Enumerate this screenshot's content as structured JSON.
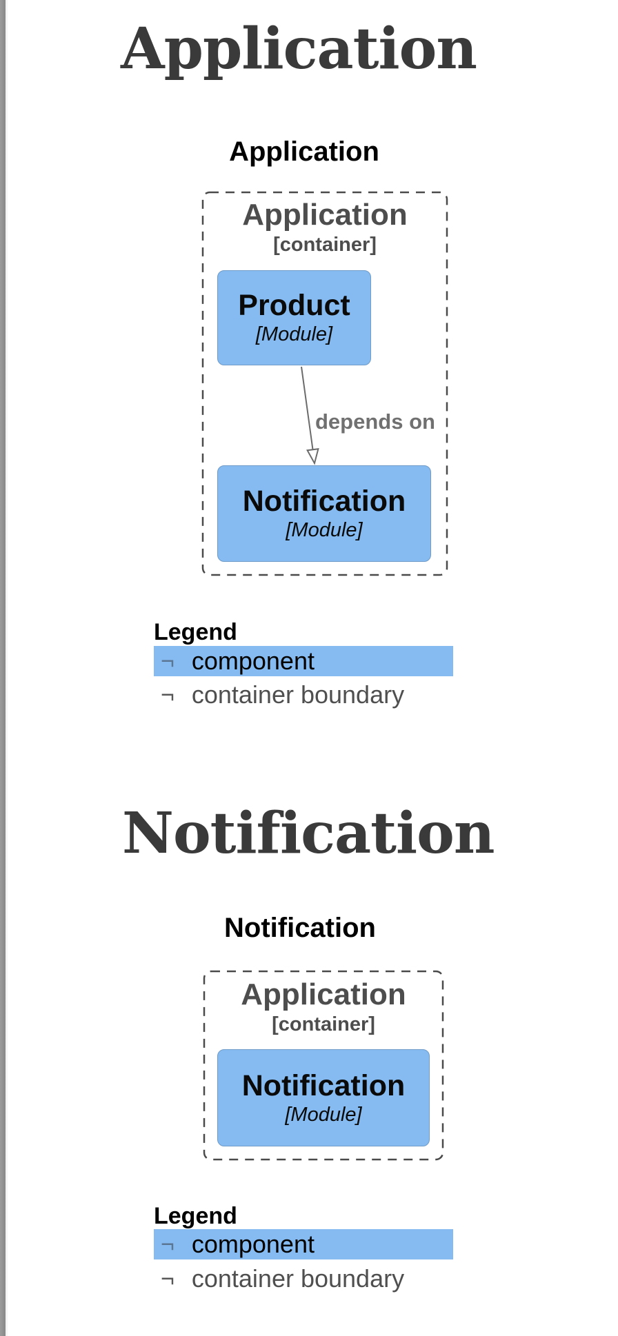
{
  "colors": {
    "component_fill": "#85bbf0",
    "component_border": "#6f9bc8",
    "boundary_stroke": "#4a4a4a",
    "edge_stroke": "#6b6b6b",
    "heading_text": "#3a3a3a"
  },
  "sections": [
    {
      "heading": "Application",
      "diagram": {
        "title": "Application",
        "boundary": {
          "name": "Application",
          "type": "[container]"
        },
        "nodes": [
          {
            "name": "Product",
            "type": "[Module]"
          },
          {
            "name": "Notification",
            "type": "[Module]"
          }
        ],
        "edge": {
          "label": "depends on",
          "from": "Product",
          "to": "Notification"
        }
      },
      "legend": {
        "title": "Legend",
        "items": [
          {
            "symbol": "¬",
            "label": "component",
            "highlighted": true
          },
          {
            "symbol": "¬",
            "label": "container boundary",
            "highlighted": false
          }
        ]
      }
    },
    {
      "heading": "Notification",
      "diagram": {
        "title": "Notification",
        "boundary": {
          "name": "Application",
          "type": "[container]"
        },
        "nodes": [
          {
            "name": "Notification",
            "type": "[Module]"
          }
        ]
      },
      "legend": {
        "title": "Legend",
        "items": [
          {
            "symbol": "¬",
            "label": "component",
            "highlighted": true
          },
          {
            "symbol": "¬",
            "label": "container boundary",
            "highlighted": false
          }
        ]
      }
    }
  ]
}
